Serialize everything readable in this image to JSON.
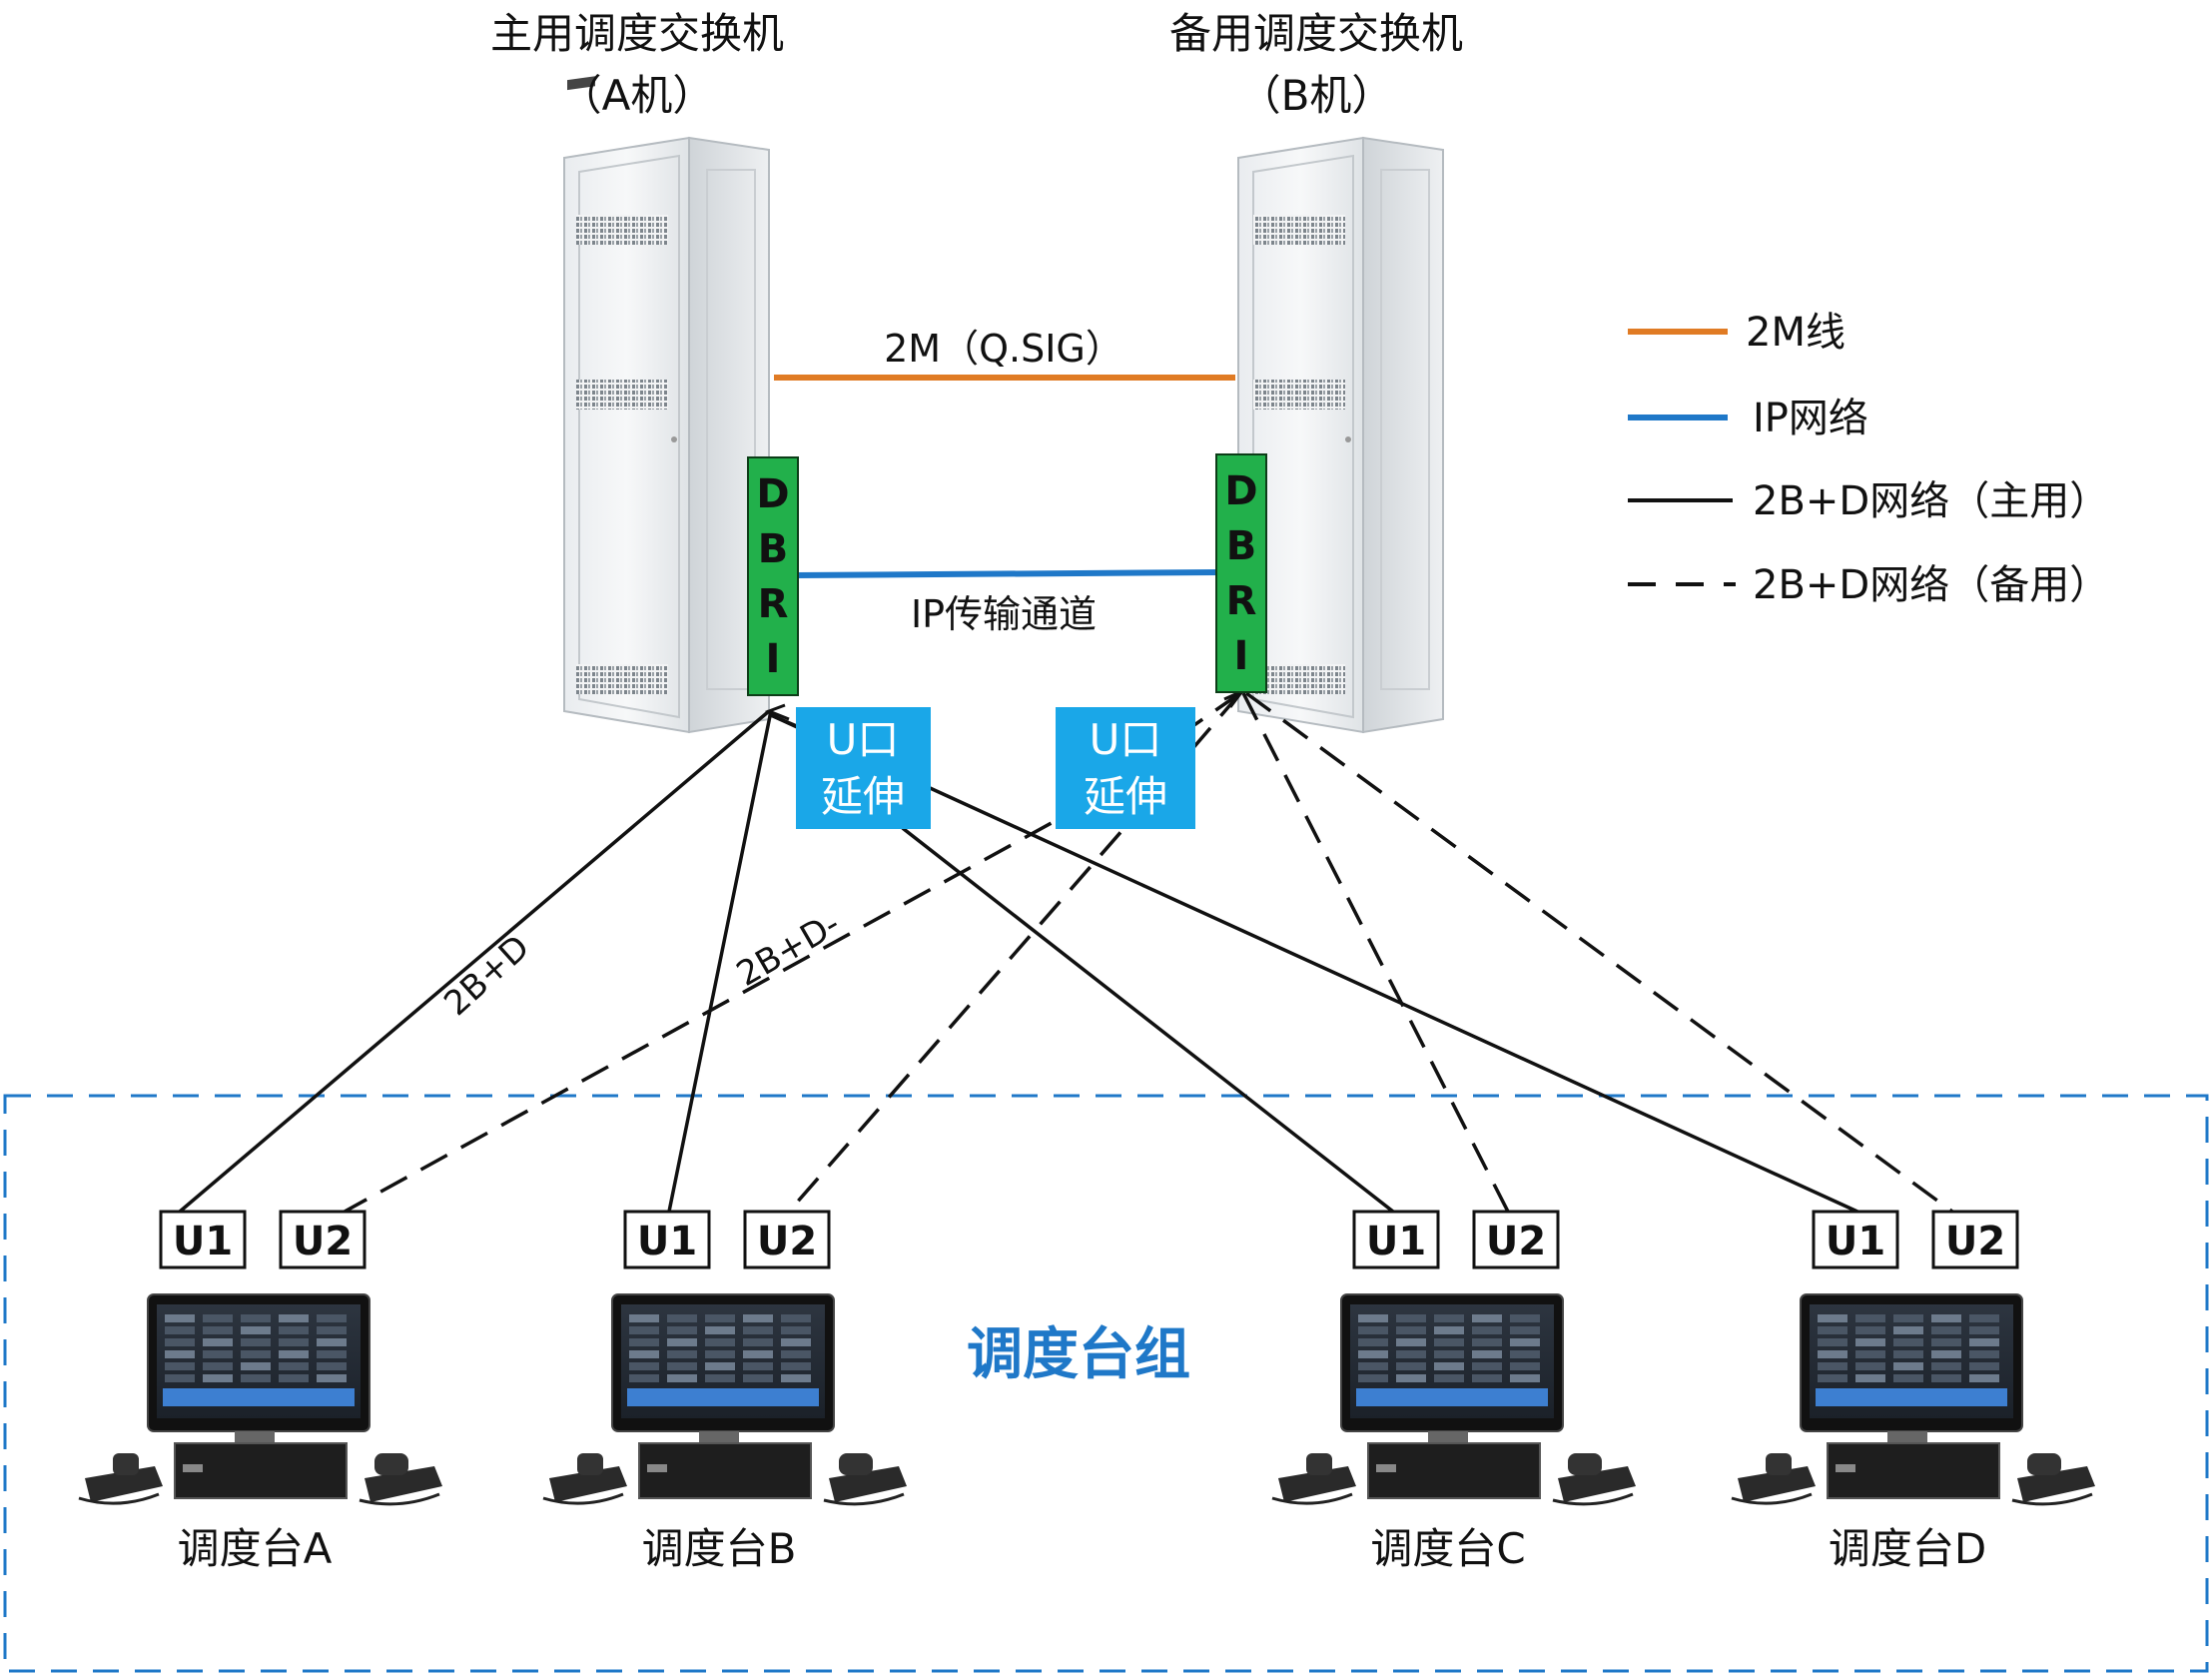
{
  "switch_a": {
    "title": "主用调度交换机",
    "subtitle": "（A机）",
    "dbri": [
      "D",
      "B",
      "R",
      "I"
    ]
  },
  "switch_b": {
    "title": "备用调度交换机",
    "subtitle": "（B机）",
    "dbri": [
      "D",
      "B",
      "R",
      "I"
    ]
  },
  "links": {
    "trunk_2m_label": "2M（Q.SIG）",
    "ip_channel_label": "IP传输通道",
    "bd_label_primary": "2B+D",
    "bd_label_backup": "2B+D-"
  },
  "u_extenders": [
    {
      "line1": "U口",
      "line2": "延伸"
    },
    {
      "line1": "U口",
      "line2": "延伸"
    }
  ],
  "legend": [
    {
      "label": "2M线",
      "style": "solid",
      "color": "#e07b24"
    },
    {
      "label": "IP网络",
      "style": "solid",
      "color": "#1f78c8"
    },
    {
      "label": "2B+D网络（主用）",
      "style": "solid",
      "color": "#111111"
    },
    {
      "label": "2B+D网络（备用）",
      "style": "dashed",
      "color": "#111111"
    }
  ],
  "group": {
    "label": "调度台组",
    "color": "#1f78c8"
  },
  "consoles": [
    {
      "label": "调度台A",
      "ports": [
        "U1",
        "U2"
      ]
    },
    {
      "label": "调度台B",
      "ports": [
        "U1",
        "U2"
      ]
    },
    {
      "label": "调度台C",
      "ports": [
        "U1",
        "U2"
      ]
    },
    {
      "label": "调度台D",
      "ports": [
        "U1",
        "U2"
      ]
    }
  ],
  "colors": {
    "trunk": "#e07b24",
    "ip": "#1f78c8",
    "dbri": "#22b04b",
    "extender": "#1aa7e8",
    "group_border": "#1f78c8"
  }
}
